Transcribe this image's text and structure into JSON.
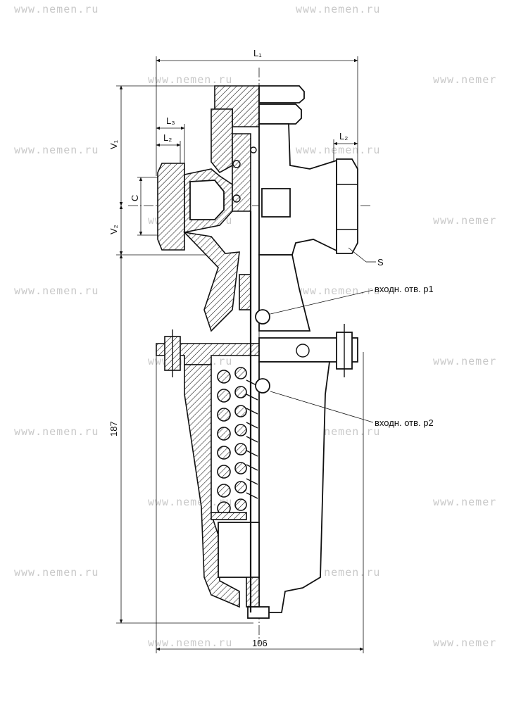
{
  "watermark": "www.nemen.ru",
  "watermark_partial": "www.nemer",
  "dimensions": {
    "L1": "L₁",
    "L3": "L₃",
    "L2_left": "L₂",
    "L2_right": "L₂",
    "V1": "V₁",
    "V2": "V₂",
    "C": "C",
    "height": "187",
    "width": "106",
    "S": "S"
  },
  "callouts": {
    "inlet_p1": "входн. отв. р1",
    "inlet_p2": "входн. отв. р2"
  }
}
